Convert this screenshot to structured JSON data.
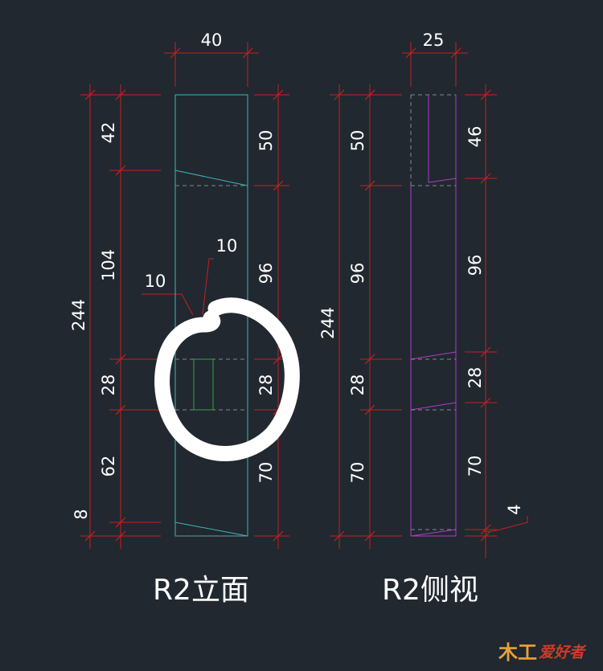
{
  "colors": {
    "background": "#212830",
    "dimension": "#c8201e",
    "elevation_outline": "#3fb6b6",
    "side_outline": "#b13ac8",
    "tenon": "#2fa83a",
    "dash": "#7f8a94",
    "annotation": "#ffffff"
  },
  "elevation": {
    "title": "R2立面",
    "top_width": "40",
    "left_total": "244",
    "left_segments": [
      "42",
      "104",
      "28",
      "62",
      "8"
    ],
    "right_segments": [
      "50",
      "96",
      "28",
      "70"
    ],
    "detail_a": "10",
    "detail_b": "10"
  },
  "side_view": {
    "title": "R2侧视",
    "top_width": "25",
    "left_total": "244",
    "left_segments": [
      "50",
      "96",
      "28",
      "70"
    ],
    "right_segments": [
      "46",
      "96",
      "28",
      "70"
    ],
    "bottom_extra": "4"
  },
  "annotation": {
    "mark": "hand-drawn-circle"
  },
  "watermark": {
    "logo_mark": "木工",
    "text": "爱好者"
  }
}
